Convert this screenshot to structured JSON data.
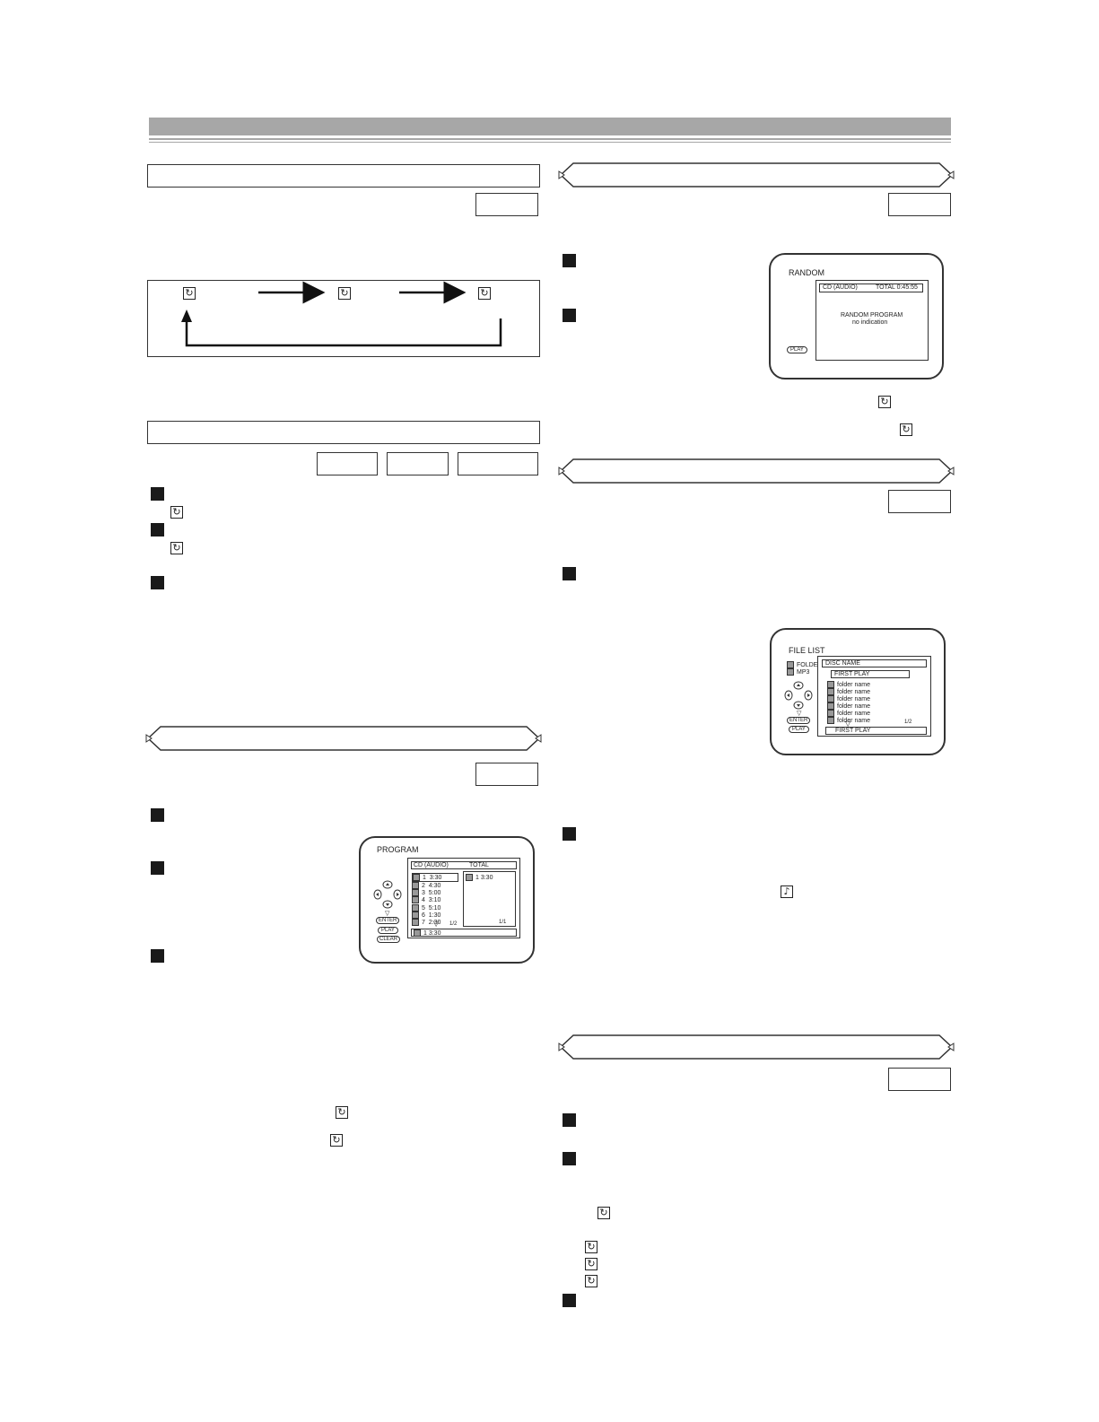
{
  "icons": {
    "repeat": "↻ repeat-icon",
    "note": "♪"
  },
  "random_screen": {
    "title": "RANDOM",
    "header_left": "CD (AUDIO)",
    "header_right": "TOTAL 0:45:55",
    "line1": "RANDOM PROGRAM",
    "line2": "no indication",
    "play_button": "PLAY"
  },
  "file_list_screen": {
    "title": "FILE LIST",
    "folder_label": "FOLDER",
    "mp3_label": "MP3",
    "disc_name": "DISC NAME",
    "first_play_top": "FIRST PLAY",
    "folders": [
      "folder name",
      "folder name",
      "folder name",
      "folder name",
      "folder name",
      "folder name"
    ],
    "page": "1/2",
    "first_play_bottom": "FIRST PLAY",
    "enter_button": "ENTER",
    "play_button": "PLAY"
  },
  "program_screen": {
    "title": "PROGRAM",
    "header_left": "CD (AUDIO)",
    "header_right": "TOTAL",
    "tracks": [
      {
        "n": "1",
        "t": "3:30"
      },
      {
        "n": "2",
        "t": "4:30"
      },
      {
        "n": "3",
        "t": "5:00"
      },
      {
        "n": "4",
        "t": "3:10"
      },
      {
        "n": "5",
        "t": "5:10"
      },
      {
        "n": "6",
        "t": "1:30"
      },
      {
        "n": "7",
        "t": "2:30"
      }
    ],
    "program_entry": "1   3:30",
    "left_page": "1/2",
    "right_page": "1/1",
    "bottom_entry": "1   3:30",
    "enter_button": "ENTER",
    "play_button": "PLAY",
    "clear_button": "CLEAR"
  }
}
